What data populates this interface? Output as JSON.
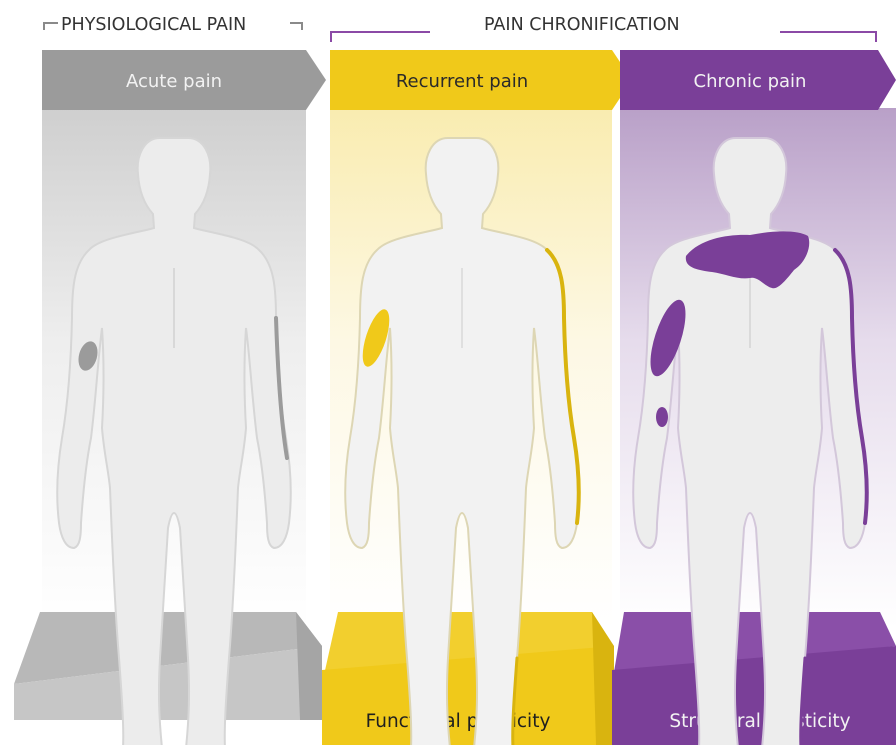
{
  "headers": {
    "physiological": "PHYSIOLOGICAL PAIN",
    "chronification": "PAIN CHRONIFICATION"
  },
  "stages": [
    {
      "arrow_label": "Acute pain",
      "base_label": "",
      "color": "#9b9b9b",
      "pain_areas": [
        "right forearm"
      ]
    },
    {
      "arrow_label": "Recurrent pain",
      "base_label": "Functional plasticity",
      "color": "#f0c91a",
      "pain_areas": [
        "right upper arm"
      ]
    },
    {
      "arrow_label": "Chronic pain",
      "base_label": "Structural plasticity",
      "color": "#7a3f98",
      "pain_areas": [
        "left shoulder and upper back",
        "right upper arm",
        "right elbow"
      ]
    }
  ],
  "colors": {
    "grey": "#9b9b9b",
    "yellow": "#f0c91a",
    "purple": "#7a3f98",
    "bracket_grey": "#8a8a8a",
    "bracket_purple": "#8b4aa6",
    "body_fill": "#efefef"
  }
}
